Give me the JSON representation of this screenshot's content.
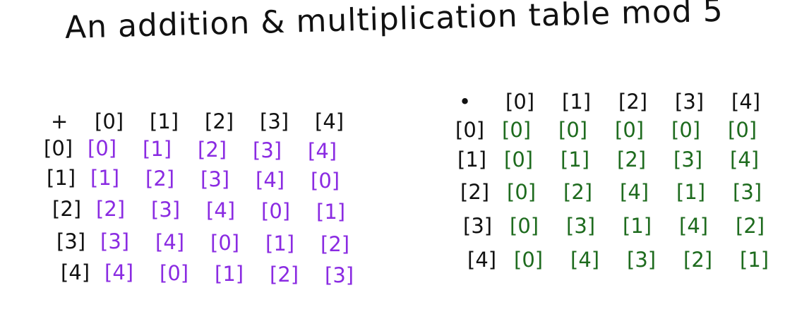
{
  "title": "An addition & multiplication table mod 5",
  "colors": {
    "ink": "#111111",
    "addition_ink": "#8a2be2",
    "multiplication_ink": "#1e6b1e",
    "background": "#ffffff"
  },
  "addition": {
    "operator": "+",
    "col_headers": [
      "[0]",
      "[1]",
      "[2]",
      "[3]",
      "[4]"
    ],
    "row_headers": [
      "[0]",
      "[1]",
      "[2]",
      "[3]",
      "[4]"
    ],
    "cells": [
      [
        "[0]",
        "[1]",
        "[2]",
        "[3]",
        "[4]"
      ],
      [
        "[1]",
        "[2]",
        "[3]",
        "[4]",
        "[0]"
      ],
      [
        "[2]",
        "[3]",
        "[4]",
        "[0]",
        "[1]"
      ],
      [
        "[3]",
        "[4]",
        "[0]",
        "[1]",
        "[2]"
      ],
      [
        "[4]",
        "[0]",
        "[1]",
        "[2]",
        "[3]"
      ]
    ]
  },
  "multiplication": {
    "operator": "•",
    "col_headers": [
      "[0]",
      "[1]",
      "[2]",
      "[3]",
      "[4]"
    ],
    "row_headers": [
      "[0]",
      "[1]",
      "[2]",
      "[3]",
      "[4]"
    ],
    "cells": [
      [
        "[0]",
        "[0]",
        "[0]",
        "[0]",
        "[0]"
      ],
      [
        "[0]",
        "[1]",
        "[2]",
        "[3]",
        "[4]"
      ],
      [
        "[0]",
        "[2]",
        "[4]",
        "[1]",
        "[3]"
      ],
      [
        "[0]",
        "[3]",
        "[1]",
        "[4]",
        "[2]"
      ],
      [
        "[0]",
        "[4]",
        "[3]",
        "[2]",
        "[1]"
      ]
    ]
  }
}
